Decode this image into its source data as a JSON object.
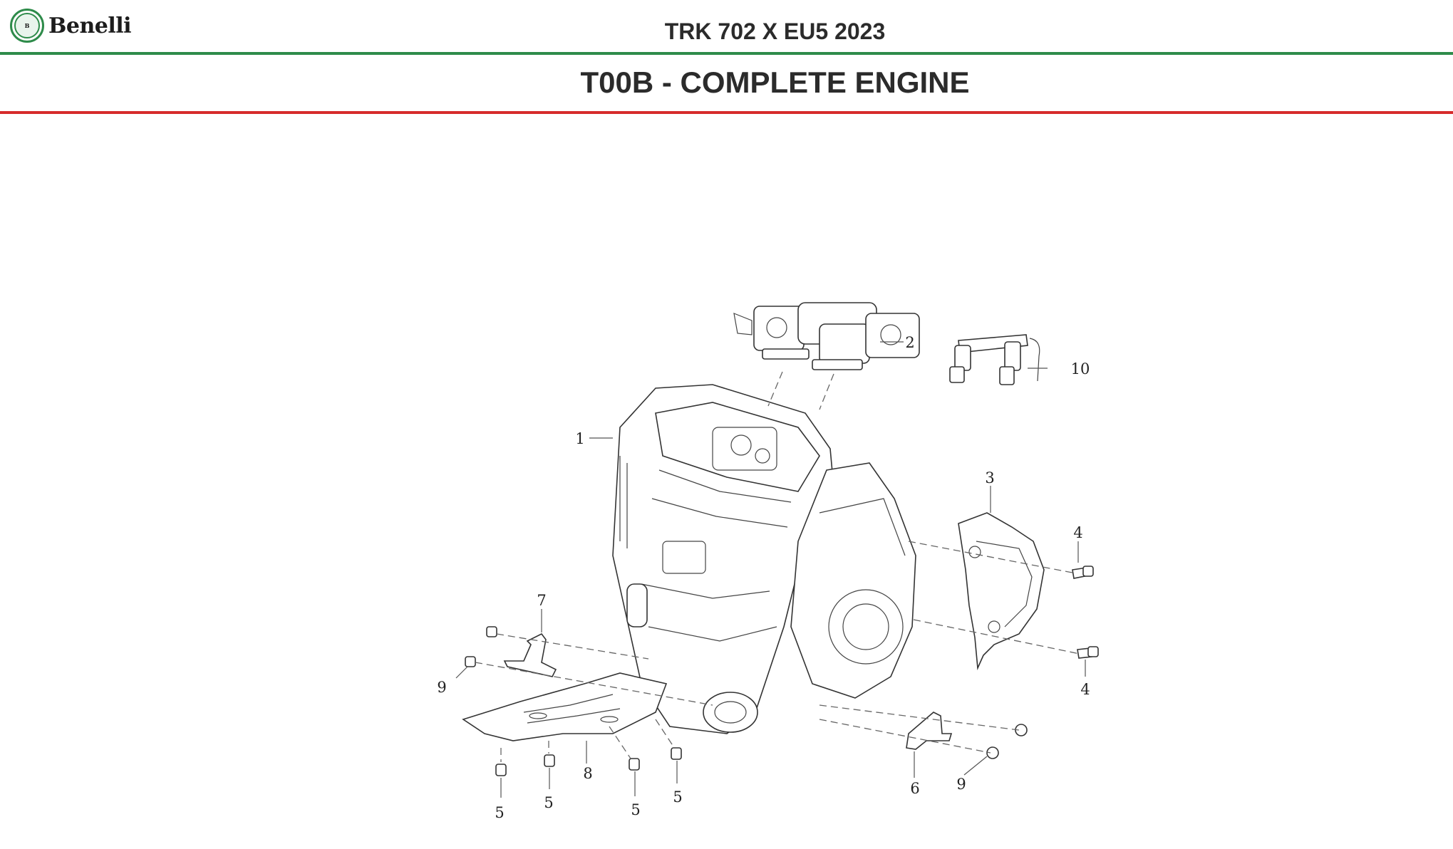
{
  "header": {
    "brand": "Benelli",
    "model_title": "TRK 702 X EU5 2023"
  },
  "section": {
    "title": "T00B - COMPLETE ENGINE"
  },
  "callouts": [
    {
      "id": "c1",
      "label": "1"
    },
    {
      "id": "c2",
      "label": "2"
    },
    {
      "id": "c10",
      "label": "10"
    },
    {
      "id": "c3",
      "label": "3"
    },
    {
      "id": "c4a",
      "label": "4"
    },
    {
      "id": "c4b",
      "label": "4"
    },
    {
      "id": "c7",
      "label": "7"
    },
    {
      "id": "c9a",
      "label": "9"
    },
    {
      "id": "c8",
      "label": "8"
    },
    {
      "id": "c5a",
      "label": "5"
    },
    {
      "id": "c5b",
      "label": "5"
    },
    {
      "id": "c5c",
      "label": "5"
    },
    {
      "id": "c5d",
      "label": "5"
    },
    {
      "id": "c6",
      "label": "6"
    },
    {
      "id": "c9b",
      "label": "9"
    }
  ],
  "colors": {
    "brand_green": "#2e8b4a",
    "section_red": "#d62b2b"
  }
}
